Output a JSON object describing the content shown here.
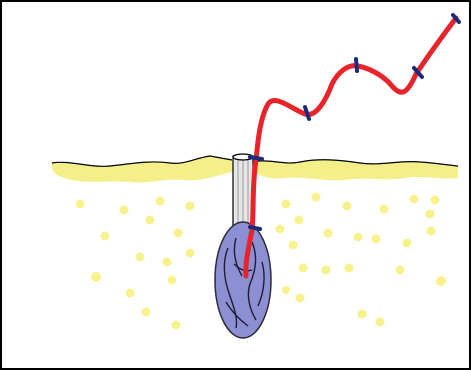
{
  "diagram": {
    "colors": {
      "background": "#ffffff",
      "border": "#000000",
      "soil_crust": "#f5ef8a",
      "soil_dots": "#f7f28e",
      "surface_line": "#000000",
      "tube_fill": "#e6e6e6",
      "tube_stripes": "#9a9a9a",
      "cup_fill": "#8d8fd3",
      "cup_outline": "#2c2c3a",
      "cup_lines": "#1d1d35",
      "lead_wire": "#e8242a",
      "wire_clips": "#1b2a7a"
    },
    "parts": [
      {
        "name": "soil-surface"
      },
      {
        "name": "soil-particles"
      },
      {
        "name": "access-tube"
      },
      {
        "name": "porous-cup"
      },
      {
        "name": "lead-wire"
      },
      {
        "name": "wire-clips",
        "count": 6
      }
    ]
  }
}
